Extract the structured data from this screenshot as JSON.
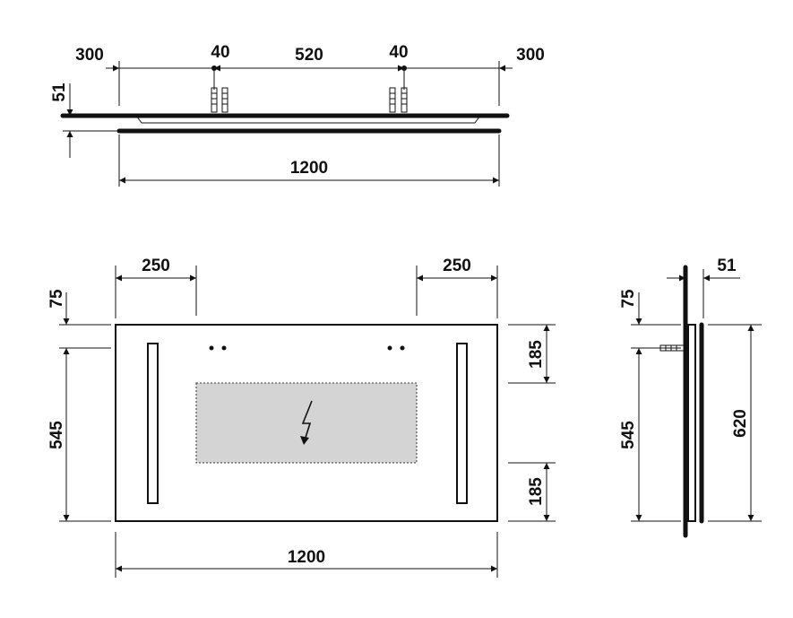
{
  "top_view": {
    "left_offset": "300",
    "fix_left": "40",
    "between": "520",
    "fix_right": "40",
    "right_offset": "300",
    "thickness": "51",
    "width": "1200"
  },
  "front_view": {
    "left_inset": "250",
    "right_inset": "250",
    "top_offset": "75",
    "mount_height": "545",
    "right_top": "185",
    "right_bottom": "185",
    "width": "1200"
  },
  "side_view": {
    "depth": "51",
    "top_offset": "75",
    "mount_height": "545",
    "height": "620"
  },
  "colors": {
    "line": "#111111",
    "power_box": "#d4d4d4"
  },
  "icons": {
    "power": "lightning-bolt-icon"
  }
}
